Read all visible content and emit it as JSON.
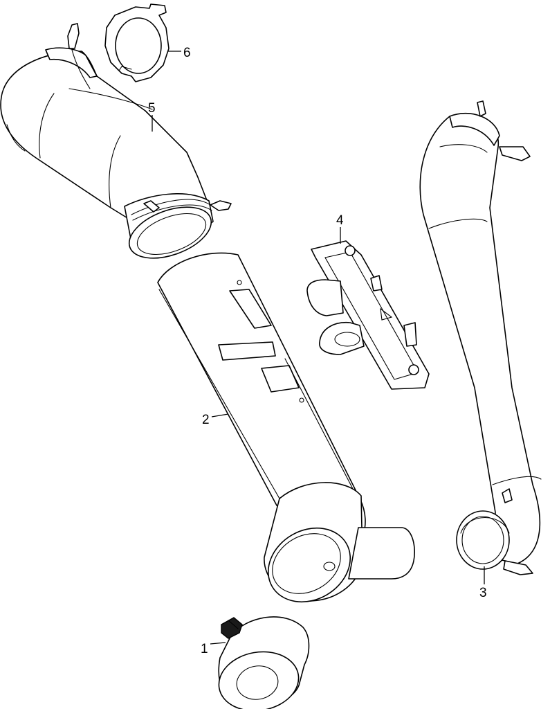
{
  "diagram": {
    "callouts": [
      {
        "id": "1",
        "label": "1"
      },
      {
        "id": "2",
        "label": "2"
      },
      {
        "id": "3",
        "label": "3"
      },
      {
        "id": "4",
        "label": "4"
      },
      {
        "id": "5",
        "label": "5"
      },
      {
        "id": "6",
        "label": "6"
      }
    ],
    "colors": {
      "line": "#000000",
      "background": "#ffffff"
    }
  }
}
